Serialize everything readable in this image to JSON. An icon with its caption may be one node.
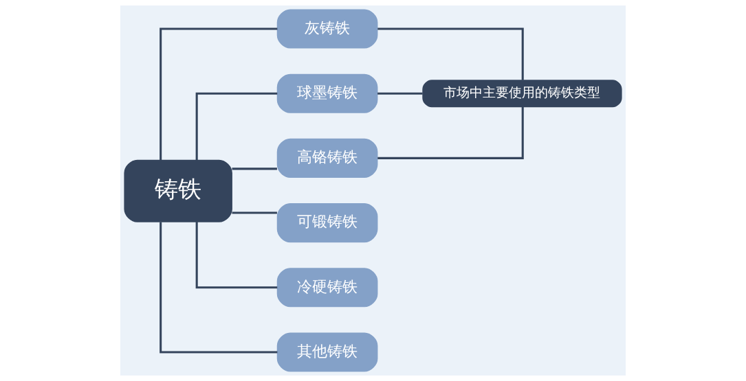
{
  "diagram": {
    "nodes": [
      {
        "text": [
          "铸铁"
        ]
      },
      {
        "text": [
          "灰铸铁"
        ]
      },
      {
        "text": [
          "球墨铸铁"
        ]
      },
      {
        "text": [
          "高铬铸铁"
        ]
      },
      {
        "text": [
          "可锻铸铁"
        ]
      },
      {
        "text": [
          "冷硬铸铁"
        ]
      },
      {
        "text": [
          "其他铸铁"
        ]
      },
      {
        "text": [
          "市场中主要使用的铸铁类型"
        ]
      }
    ],
    "edges": [
      {
        "from": 0,
        "to": 1,
        "arrow": "none"
      },
      {
        "from": 0,
        "to": 2,
        "arrow": "none"
      },
      {
        "from": 0,
        "to": 3,
        "arrow": "none"
      },
      {
        "from": 0,
        "to": 4,
        "arrow": "none"
      },
      {
        "from": 0,
        "to": 5,
        "arrow": "none"
      },
      {
        "from": 0,
        "to": 6,
        "arrow": "none"
      },
      {
        "from": 1,
        "to": 7,
        "arrow": "none"
      },
      {
        "from": 2,
        "to": 7,
        "arrow": "none"
      },
      {
        "from": 3,
        "to": 7,
        "arrow": "none"
      }
    ]
  }
}
